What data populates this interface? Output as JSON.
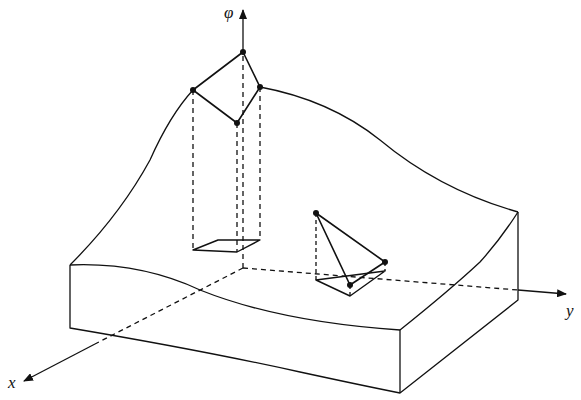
{
  "diagram": {
    "labels": [
      "φ",
      "x",
      "y"
    ]
  }
}
